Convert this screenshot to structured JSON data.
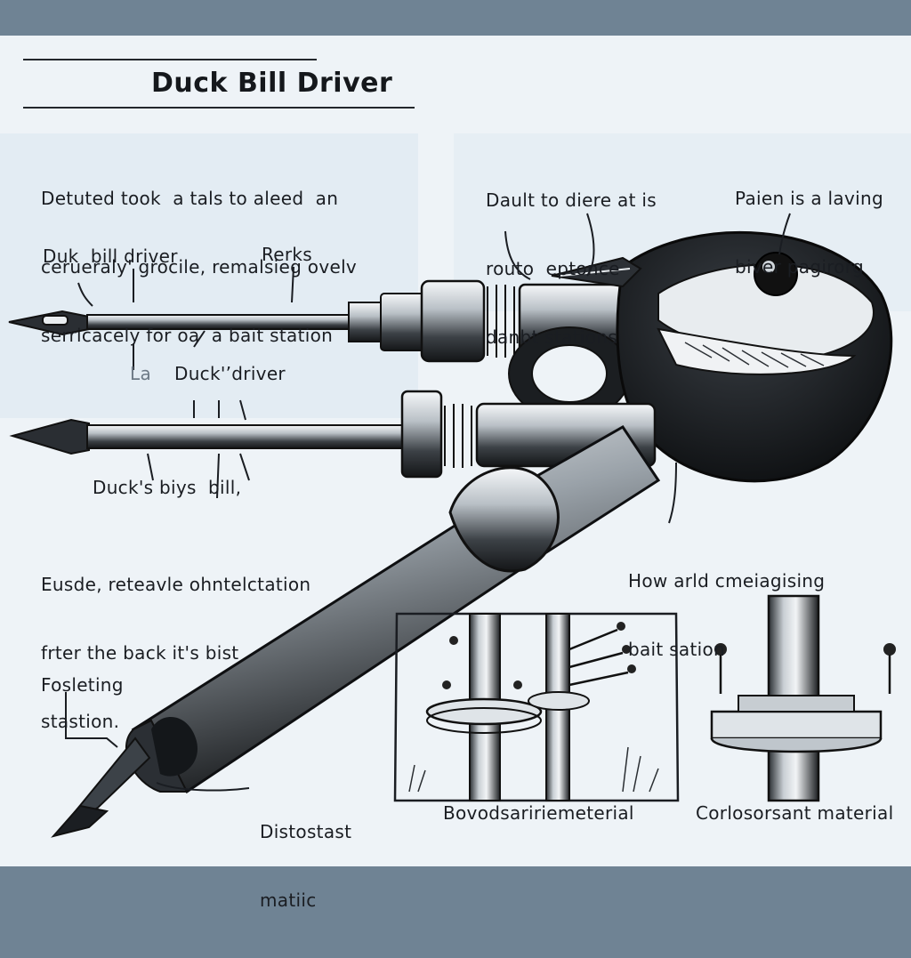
{
  "title": "Duck Bill Driver",
  "labels": {
    "intro": [
      "Detuted took  a tals to aleed  an",
      "cerueraly' grocile, remalsieg ovelv",
      "serricacely for oa  a bait station"
    ],
    "top_middle": [
      "Dault to diere at is",
      "routo  eptonce",
      "danbt stations"
    ],
    "top_right": [
      "Paien is a laving",
      "biver pagirorg"
    ],
    "duk_bill_driver": "Duk  bill driver",
    "rerks": "Rerks",
    "ducks_driver": "Duck'’driver",
    "la": "La",
    "ducks_biys": "Duck's biys  bill,",
    "lower_left": [
      "Eusde, reteavle ohntelctation",
      "frter the back it's bist",
      "stastion."
    ],
    "how_arld": [
      "How arld cmeiagising",
      "bait sation"
    ],
    "foslering": "Fosleting",
    "distotstast": [
      "Distostast",
      "matiic"
    ],
    "inset1_caption": "Bovodsaririemeterial",
    "inset2_caption": "Corlosorsant material"
  },
  "colors": {
    "paper": "#eef3f7",
    "border": "#6f8394",
    "ink": "#1a1d22",
    "wash": "#dde8f0"
  }
}
